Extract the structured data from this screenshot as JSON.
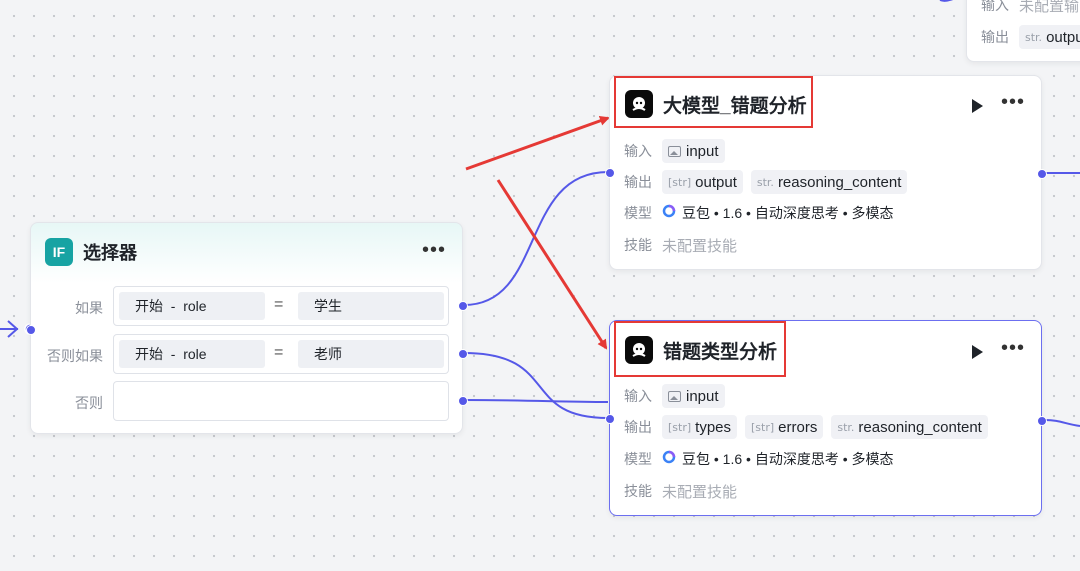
{
  "colors": {
    "accent": "#5558e8",
    "highlight": "#e53935",
    "if_icon": "#17a3a3"
  },
  "top_node": {
    "input_label": "输入",
    "input_value": "未配置输",
    "output_label": "输出",
    "output_type": "str.",
    "output_value": "outpu"
  },
  "node_llm": {
    "title": "大模型_错题分析",
    "icon": "llm-logo-icon",
    "input_label": "输入",
    "input_tag": "input",
    "output_label": "输出",
    "outputs": [
      {
        "type": "[str]",
        "name": "output"
      },
      {
        "type": "str.",
        "name": "reasoning_content"
      }
    ],
    "model_label": "模型",
    "model_text": "豆包 • 1.6 • 自动深度思考 • 多模态",
    "skill_label": "技能",
    "skill_text": "未配置技能"
  },
  "node_selector": {
    "icon_text": "IF",
    "title": "选择器",
    "conditions": [
      {
        "label": "如果",
        "left": "开始  -  role",
        "op": "=",
        "right": "学生"
      },
      {
        "label": "否则如果",
        "left": "开始  -  role",
        "op": "=",
        "right": "老师"
      },
      {
        "label": "否则",
        "left": "",
        "op": "",
        "right": ""
      }
    ]
  },
  "node_error": {
    "title": "错题类型分析",
    "icon": "llm-logo-icon",
    "input_label": "输入",
    "input_tag": "input",
    "output_label": "输出",
    "outputs": [
      {
        "type": "[str]",
        "name": "types"
      },
      {
        "type": "[str]",
        "name": "errors"
      },
      {
        "type": "str.",
        "name": "reasoning_content"
      }
    ],
    "model_label": "模型",
    "model_text": "豆包 • 1.6 • 自动深度思考 • 多模态",
    "skill_label": "技能",
    "skill_text": "未配置技能"
  }
}
